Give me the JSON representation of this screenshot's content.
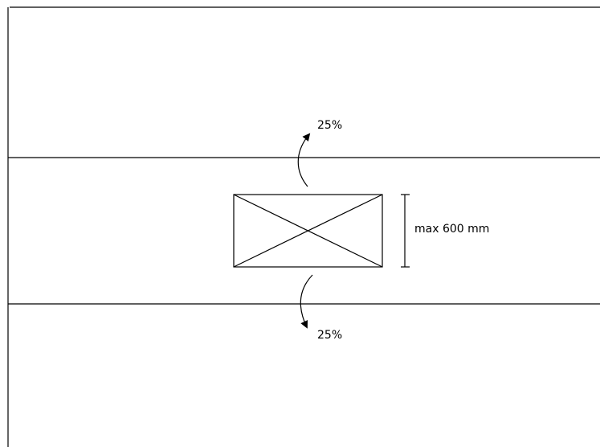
{
  "labels": {
    "top_percent": "25%",
    "bottom_percent": "25%",
    "dimension": "max 600 mm"
  },
  "colors": {
    "line": "#000000",
    "background": "#ffffff"
  }
}
